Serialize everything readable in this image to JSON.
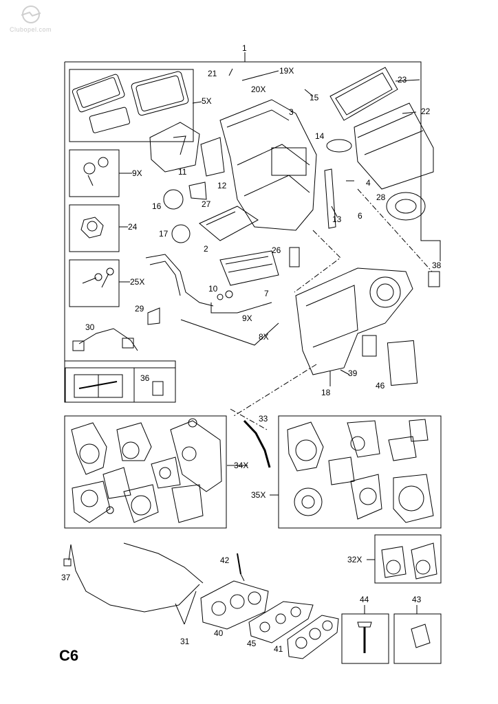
{
  "sheet": {
    "code": "C6"
  },
  "watermark": {
    "text": "Clubopel.com"
  },
  "labels": {
    "p1": "1",
    "p21": "21",
    "p19x": "19X",
    "p20x": "20X",
    "p15": "15",
    "p23": "23",
    "p5x": "5X",
    "p3": "3",
    "p22": "22",
    "p14": "14",
    "p11": "11",
    "p9x_a": "9X",
    "p12": "12",
    "p4": "4",
    "p28": "28",
    "p16": "16",
    "p27": "27",
    "p13": "13",
    "p6": "6",
    "p24": "24",
    "p17": "17",
    "p2": "2",
    "p26": "26",
    "p38": "38",
    "p25x": "25X",
    "p10": "10",
    "p7": "7",
    "p29": "29",
    "p9x_b": "9X",
    "p30": "30",
    "p8x": "8X",
    "p39": "39",
    "p36": "36",
    "p46": "46",
    "p18": "18",
    "p33": "33",
    "p34x": "34X",
    "p35x": "35X",
    "p42": "42",
    "p32x": "32X",
    "p37": "37",
    "p44": "44",
    "p43": "43",
    "p40": "40",
    "p31": "31",
    "p45": "45",
    "p41": "41"
  }
}
